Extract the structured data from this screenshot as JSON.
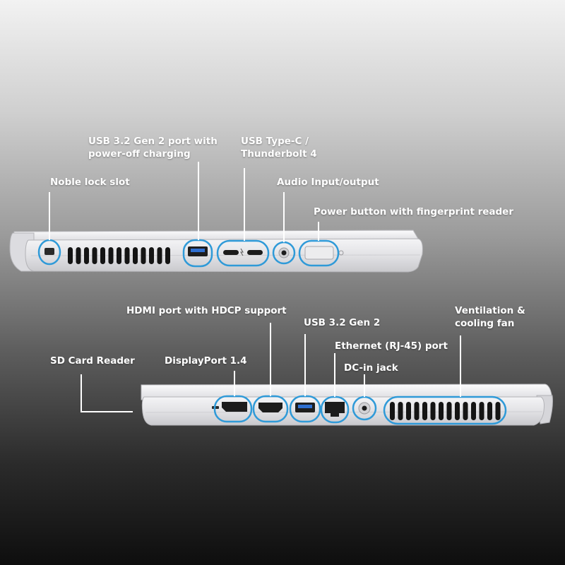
{
  "colors": {
    "callout_ring": "#2f9ad8",
    "leader_line": "#ffffff",
    "chassis": "#e6e6e8",
    "vent_slot": "#141414"
  },
  "top_view": {
    "labels": {
      "lock_slot": "Noble lock slot",
      "usb32_gen2_charging_line1": "USB 3.2 Gen 2 port with",
      "usb32_gen2_charging_line2": "power-off charging",
      "usb_c_tb4_line1": "USB Type-C /",
      "usb_c_tb4_line2": "Thunderbolt 4",
      "audio": "Audio Input/output",
      "power_button": "Power button with fingerprint reader"
    }
  },
  "bottom_view": {
    "labels": {
      "sd_card": "SD Card Reader",
      "displayport": "DisplayPort 1.4",
      "hdmi": "HDMI port with HDCP support",
      "usb32_gen2": "USB 3.2 Gen 2",
      "ethernet": "Ethernet (RJ-45) port",
      "dc_in": "DC-in jack",
      "vent_line1": "Ventilation &",
      "vent_line2": "cooling fan"
    }
  }
}
